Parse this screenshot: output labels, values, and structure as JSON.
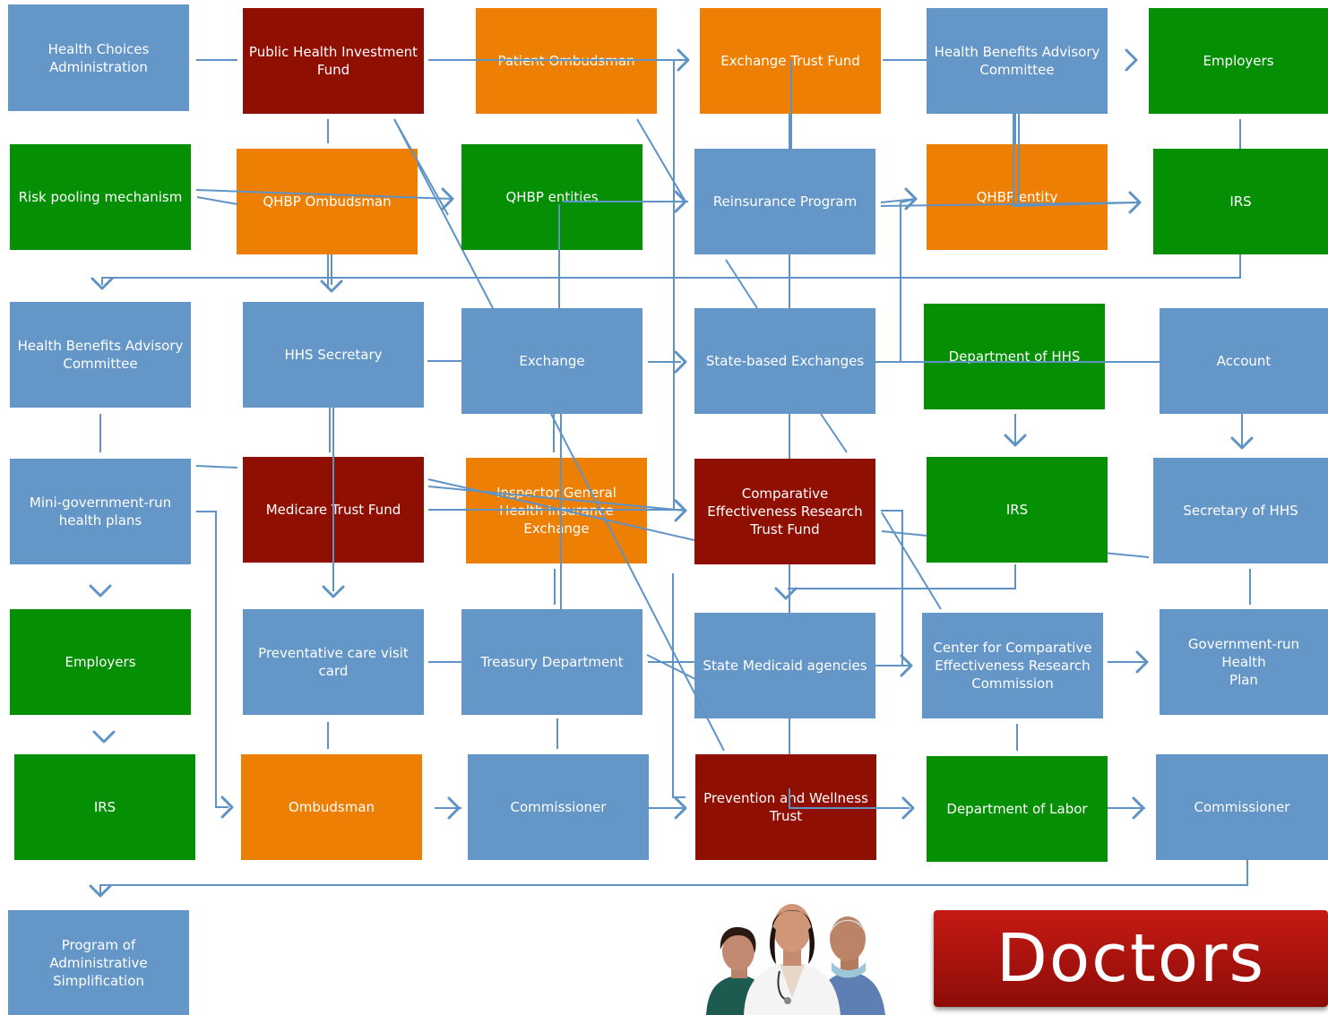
{
  "colors": {
    "blue": "#6496c8",
    "green": "#048f04",
    "orange": "#ec7f04",
    "red": "#900f03",
    "connector": "#5f93c6"
  },
  "nodes": [
    {
      "id": "n1",
      "label": "Health Choices\nAdministration",
      "color": "blue"
    },
    {
      "id": "n2",
      "label": "Public Health Investment\nFund",
      "color": "red"
    },
    {
      "id": "n3",
      "label": "Patient Ombudsman",
      "color": "orange"
    },
    {
      "id": "n4",
      "label": "Exchange Trust Fund",
      "color": "orange"
    },
    {
      "id": "n5",
      "label": "Health Benefits Advisory\nCommittee",
      "color": "blue"
    },
    {
      "id": "n6",
      "label": "Employers",
      "color": "green"
    },
    {
      "id": "n7",
      "label": "Risk pooling mechanism",
      "color": "green"
    },
    {
      "id": "n8",
      "label": "QHBP Ombudsman",
      "color": "orange"
    },
    {
      "id": "n9",
      "label": "QHBP entities",
      "color": "green"
    },
    {
      "id": "n10",
      "label": "Reinsurance Program",
      "color": "blue"
    },
    {
      "id": "n11",
      "label": "QHBP entity",
      "color": "orange"
    },
    {
      "id": "n12",
      "label": "IRS",
      "color": "green"
    },
    {
      "id": "n13",
      "label": "Health Benefits Advisory\nCommittee",
      "color": "blue"
    },
    {
      "id": "n14",
      "label": "HHS Secretary",
      "color": "blue"
    },
    {
      "id": "n15",
      "label": "Exchange",
      "color": "blue"
    },
    {
      "id": "n16",
      "label": "State-based Exchanges",
      "color": "blue"
    },
    {
      "id": "n17",
      "label": "Department of HHS",
      "color": "green"
    },
    {
      "id": "n18",
      "label": "Account",
      "color": "blue"
    },
    {
      "id": "n19",
      "label": "Mini-government-run\nhealth plans",
      "color": "blue"
    },
    {
      "id": "n20",
      "label": "Medicare Trust Fund",
      "color": "red"
    },
    {
      "id": "n21",
      "label": "Inspector General\nHealth Insurance\nExchange",
      "color": "orange"
    },
    {
      "id": "n22",
      "label": "Comparative\nEffectiveness Research\nTrust Fund",
      "color": "red"
    },
    {
      "id": "n23",
      "label": "IRS",
      "color": "green"
    },
    {
      "id": "n24",
      "label": "Secretary of HHS",
      "color": "blue"
    },
    {
      "id": "n25",
      "label": "Employers",
      "color": "green"
    },
    {
      "id": "n26",
      "label": "Preventative care visit\ncard",
      "color": "blue"
    },
    {
      "id": "n27",
      "label": "Treasury Department",
      "color": "blue"
    },
    {
      "id": "n28",
      "label": "State Medicaid agencies",
      "color": "blue"
    },
    {
      "id": "n29",
      "label": "Center for Comparative\nEffectiveness Research\nCommission",
      "color": "blue"
    },
    {
      "id": "n30",
      "label": "Government-run Health\nPlan",
      "color": "blue"
    },
    {
      "id": "n31",
      "label": "IRS",
      "color": "green"
    },
    {
      "id": "n32",
      "label": "Ombudsman",
      "color": "orange"
    },
    {
      "id": "n33",
      "label": "Commissioner",
      "color": "blue"
    },
    {
      "id": "n34",
      "label": "Prevention and Wellness\nTrust",
      "color": "red"
    },
    {
      "id": "n35",
      "label": "Department of Labor",
      "color": "green"
    },
    {
      "id": "n36",
      "label": "Commissioner",
      "color": "blue"
    },
    {
      "id": "n37",
      "label": "Program of\nAdministrative\nSimplification",
      "color": "blue"
    }
  ],
  "banner": {
    "label": "Doctors"
  },
  "photo": {
    "icon": "doctors-photo"
  }
}
